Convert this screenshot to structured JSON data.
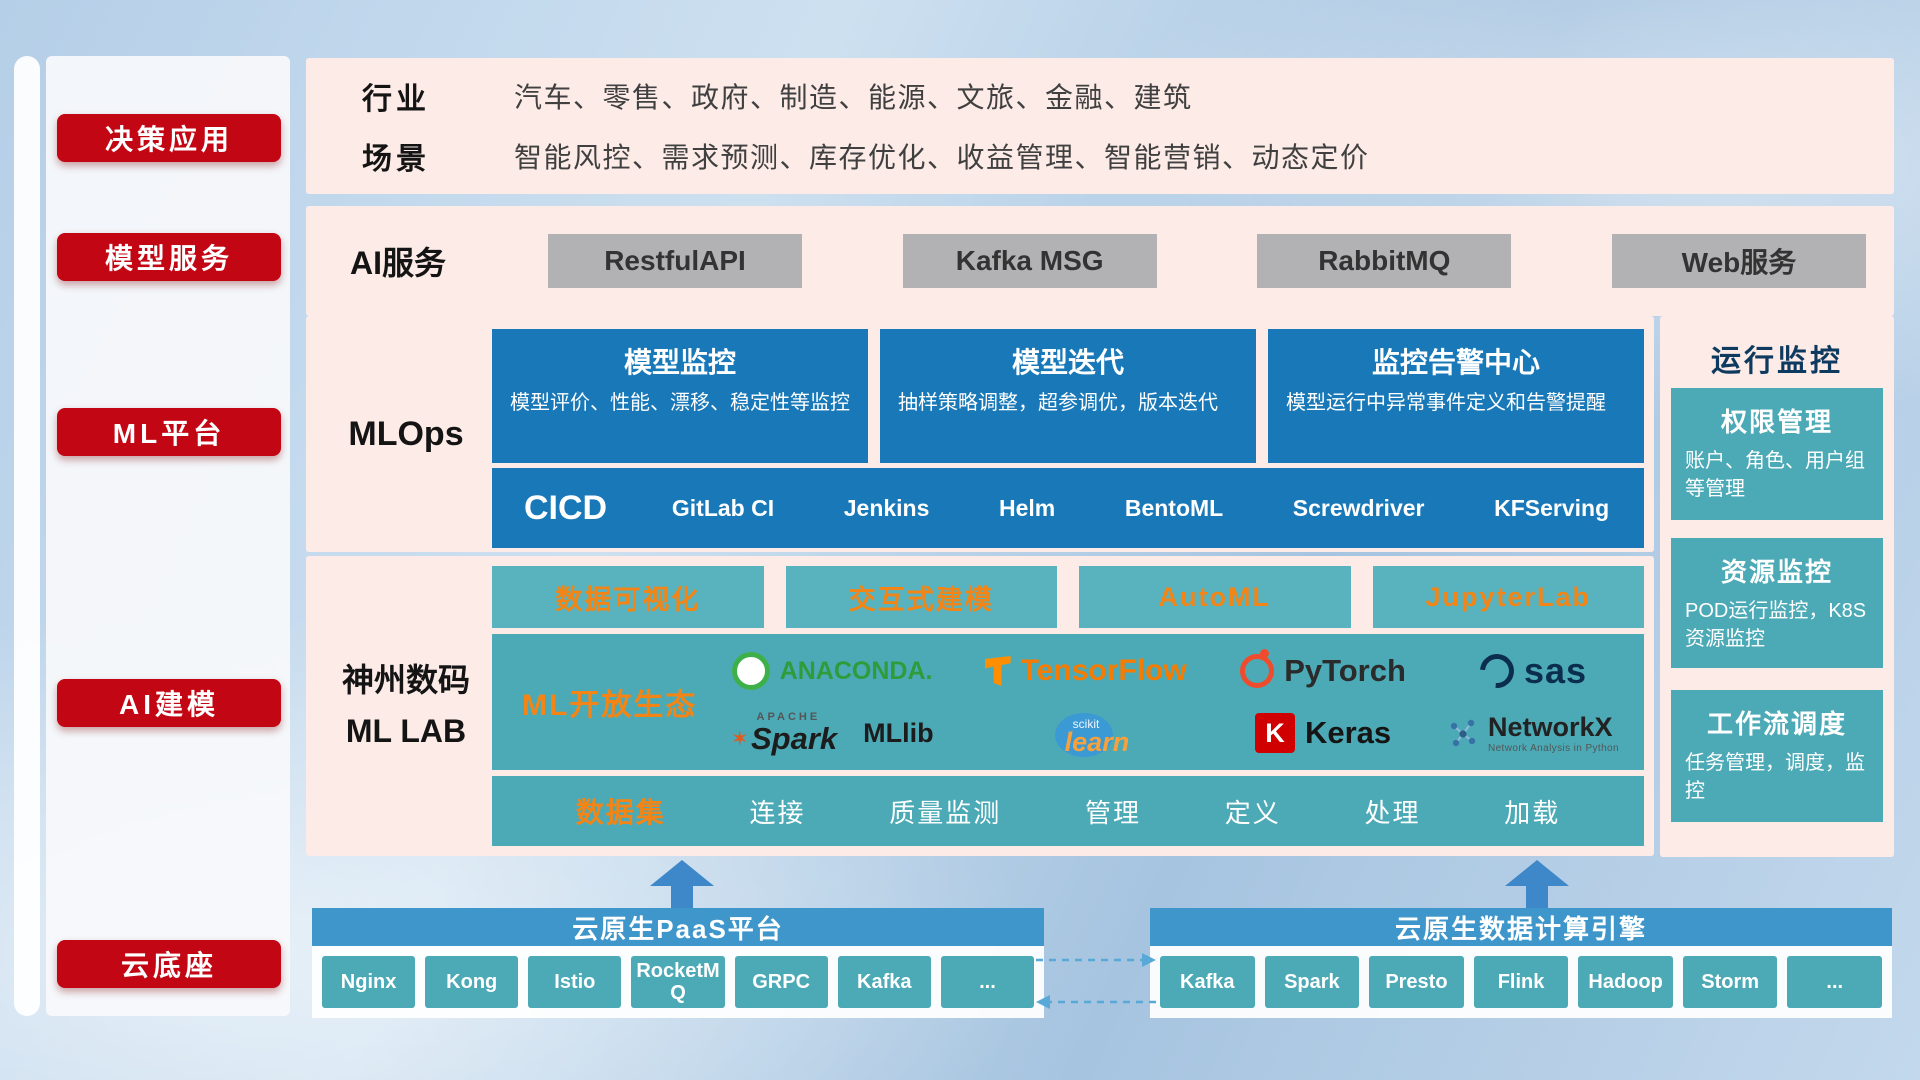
{
  "palette": {
    "red": "#c30613",
    "blue": "#1878b8",
    "teal": "#4caab7",
    "teal_light": "#58b3be",
    "orange": "#f28515",
    "pink": "#fcebe7",
    "bar_blue": "#3e96ca",
    "gray_button": "#b2b2b4"
  },
  "sidebar": {
    "items": [
      {
        "label": "决策应用"
      },
      {
        "label": "模型服务"
      },
      {
        "label": "ML平台"
      },
      {
        "label": "AI建模"
      },
      {
        "label": "云底座"
      }
    ]
  },
  "industry": {
    "rows": [
      {
        "label": "行业",
        "value": "汽车、零售、政府、制造、能源、文旅、金融、建筑"
      },
      {
        "label": "场景",
        "value": "智能风控、需求预测、库存优化、收益管理、智能营销、动态定价"
      }
    ]
  },
  "ai_service": {
    "label": "AI服务",
    "buttons": [
      "RestfulAPI",
      "Kafka MSG",
      "RabbitMQ",
      "Web服务"
    ]
  },
  "mlops": {
    "label": "MLOps",
    "cards": [
      {
        "title": "模型监控",
        "desc": "模型评价、性能、漂移、稳定性等监控"
      },
      {
        "title": "模型迭代",
        "desc": "抽样策略调整，超参调优，版本迭代"
      },
      {
        "title": "监控告警中心",
        "desc": "模型运行中异常事件定义和告警提醒"
      }
    ],
    "cicd_label": "CICD",
    "cicd_items": [
      "GitLab CI",
      "Jenkins",
      "Helm",
      "BentoML",
      "Screwdriver",
      "KFServing"
    ]
  },
  "mllab": {
    "label_line1": "神州数码",
    "label_line2": "ML LAB",
    "top_tools": [
      "数据可视化",
      "交互式建模",
      "AutoML",
      "JupyterLab"
    ],
    "ecosystem_label": "ML开放生态",
    "logos": {
      "anaconda": "ANACONDA.",
      "tensorflow": "TensorFlow",
      "pytorch": "PyTorch",
      "sas": "sas",
      "apache": "APACHE",
      "spark": "Spark",
      "mllib": "MLlib",
      "scikit": "scikit",
      "learn": "learn",
      "keras_k": "K",
      "keras": "Keras",
      "networkx": "NetworkX",
      "networkx_sub": "Network Analysis in Python"
    },
    "dataset_label": "数据集",
    "dataset_items": [
      "连接",
      "质量监测",
      "管理",
      "定义",
      "处理",
      "加载"
    ]
  },
  "monitoring": {
    "title": "运行监控",
    "cards": [
      {
        "title": "权限管理",
        "desc": "账户、角色、用户组等管理"
      },
      {
        "title": "资源监控",
        "desc": "POD运行监控，K8S资源监控"
      },
      {
        "title": "工作流调度",
        "desc": "任务管理，调度，监控"
      }
    ]
  },
  "cloud": {
    "paas_title": "云原生PaaS平台",
    "paas_items": [
      "Nginx",
      "Kong",
      "Istio",
      "RocketMQ",
      "GRPC",
      "Kafka",
      "..."
    ],
    "engine_title": "云原生数据计算引擎",
    "engine_items": [
      "Kafka",
      "Spark",
      "Presto",
      "Flink",
      "Hadoop",
      "Storm",
      "..."
    ]
  }
}
